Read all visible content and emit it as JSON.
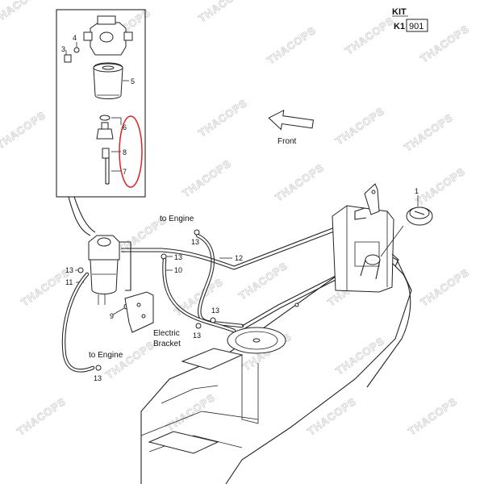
{
  "kit": {
    "title": "KIT",
    "code_prefix": "K1",
    "code_number": "901"
  },
  "direction": {
    "label": "Front"
  },
  "callouts": {
    "c1": "1",
    "c3": "3",
    "c4": "4",
    "c5": "5",
    "c6": "6",
    "c7": "7",
    "c8": "8",
    "c9": "9",
    "c10": "10",
    "c11": "11",
    "c12": "12",
    "c13a": "13",
    "c13b": "13",
    "c13c": "13",
    "c13d": "13",
    "c13e": "13",
    "c13f": "13"
  },
  "labels": {
    "to_engine_top": "to Engine",
    "to_engine_bottom": "to Engine",
    "bracket_line1": "Electric",
    "bracket_line2": "Bracket"
  },
  "watermark": {
    "text": "THACOPS"
  },
  "colors": {
    "highlight": "#e02020",
    "line": "#222222",
    "watermark": "#c9c9c9"
  }
}
